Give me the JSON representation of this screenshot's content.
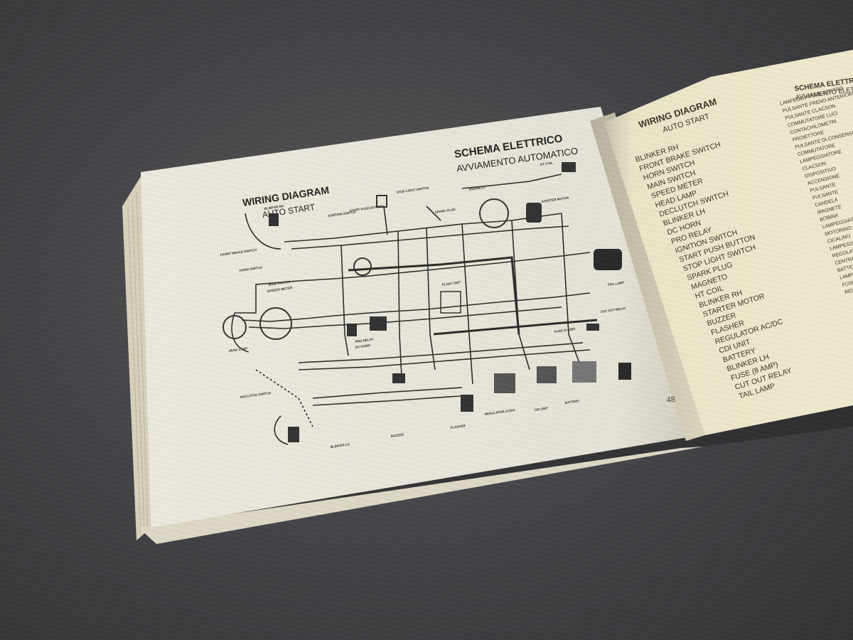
{
  "left_page": {
    "title_en": "WIRING DIAGRAM",
    "subtitle_en": "AUTO START",
    "title_it": "SCHEMA ELETTRICO",
    "subtitle_it": "AVVIAMENTO AUTOMATICO",
    "component_labels": [
      "BLINKER RH",
      "FRONT BRAKE SWITCH",
      "HORN SWITCH",
      "MAIN SWITCH",
      "SPEEDO METER",
      "HEAD LAMP",
      "DECLUTCH SWITCH",
      "BLINKER LH",
      "IGNITION SWITCH",
      "START PUSH BUTTON",
      "STOP LIGHT SWITCH",
      "MAGNETO",
      "SPARK PLUG",
      "HT COIL",
      "STARTER MOTOR",
      "FLOAT UNIT",
      "PRO RELAY",
      "DC HORN",
      "BUZZER",
      "FLASHER",
      "REGULATOR AC/DC",
      "CDI UNIT",
      "BATTERY",
      "FUSE (8 AMP)",
      "CUT OUT RELAY",
      "TAIL LAMP"
    ]
  },
  "right_page": {
    "title": "WIRING DIAGRAM",
    "subtitle": "AUTO START",
    "page_number": "48",
    "legend": [
      "BLINKER RH",
      "FRONT BRAKE SWITCH",
      "HORN SWITCH",
      "MAIN SWITCH",
      "SPEED METER",
      "HEAD LAMP",
      "DECLUTCH SWITCH",
      "BLINKER LH",
      "DC HORN",
      "PRO RELAY",
      "IGNITION SWITCH",
      "START PUSH BUTTON",
      "STOP LIGHT SWITCH",
      "SPARK PLUG",
      "MAGNETO",
      "HT COIL",
      "BLINKER RH",
      "STARTER MOTOR",
      "BUZZER",
      "FLASHER",
      "REGULATOR AC/DC",
      "CDI UNIT",
      "BATTERY",
      "BLINKER LH",
      "FUSE (8 AMP)",
      "CUT OUT RELAY",
      "TAIL LAMP"
    ],
    "it_title": "SCHEMA ELETTRICO",
    "it_subtitle": "AVVIAMENTO ELETTRICO",
    "it_legend": [
      "LAMPEGGIATORE DESTRO",
      "PULSANTE FRENO ANTERIORE",
      "PULSANTE CLACSON",
      "COMMUTATORE LUCI",
      "CONTACHILOMETRI",
      "PROIETTORE",
      "PULSANTE DI CONSENSO",
      "COMMUTATORE",
      "LAMPEGGIATORE",
      "CLACSON",
      "DISPOSITIVO",
      "ACCENSIONE",
      "PULSANTE",
      "PULSANTE",
      "CANDELA",
      "MAGNETE",
      "BOBINA",
      "LAMPEGGIATORE",
      "MOTORINO",
      "CICALINO",
      "LAMPEGGIATORE",
      "REGOLATORE",
      "CENTRALINA",
      "BATTERIA",
      "LAMPEGGIATORE",
      "FUSIBILE",
      "RELÈ"
    ]
  }
}
